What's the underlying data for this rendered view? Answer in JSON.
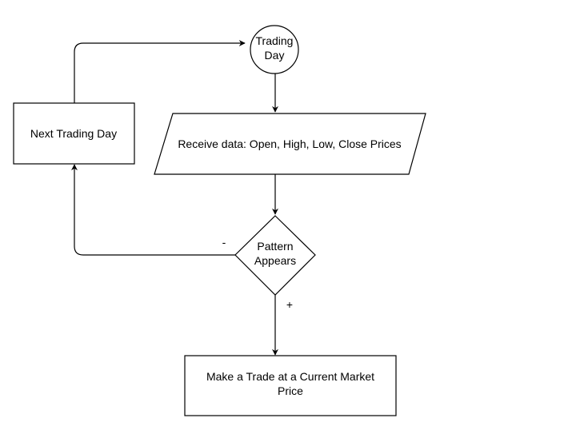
{
  "nodes": {
    "start": {
      "line1": "Trading",
      "line2": "Day"
    },
    "input": {
      "label": "Receive data: Open, High, Low, Close Prices"
    },
    "decision": {
      "line1": "Pattern",
      "line2": "Appears"
    },
    "next": {
      "label": "Next Trading Day"
    },
    "trade": {
      "line1": "Make a Trade at a Current Market",
      "line2": "Price"
    }
  },
  "edges": {
    "negative_label": "-",
    "positive_label": "+"
  }
}
